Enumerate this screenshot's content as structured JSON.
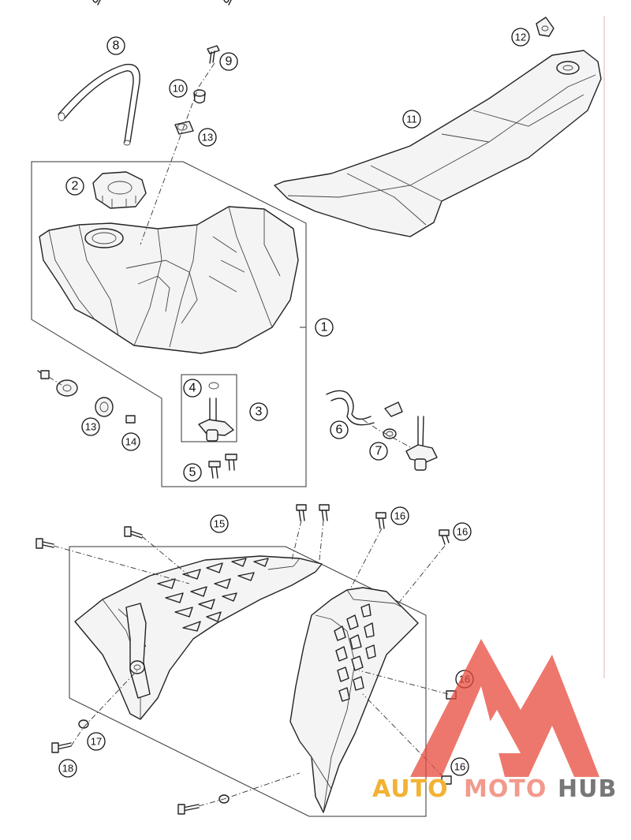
{
  "callouts": {
    "c1": "1",
    "c2": "2",
    "c3": "3",
    "c4": "4",
    "c5": "5",
    "c6": "6",
    "c7": "7",
    "c8": "8",
    "c9": "9",
    "c10": "10",
    "c11": "11",
    "c12": "12",
    "c13a": "13",
    "c13b": "13",
    "c14": "14",
    "c15": "15",
    "c16a": "16",
    "c16b": "16",
    "c16c": "16",
    "c16d": "16",
    "c17": "17",
    "c18": "18"
  },
  "watermark": {
    "part_a": "AUTO",
    "part_b": "MOTO",
    "part_c": "HUB",
    "color_a": "#f2b234",
    "color_b": "#f29a8c",
    "color_c": "#777777",
    "logo_color": "#e84a3c"
  }
}
